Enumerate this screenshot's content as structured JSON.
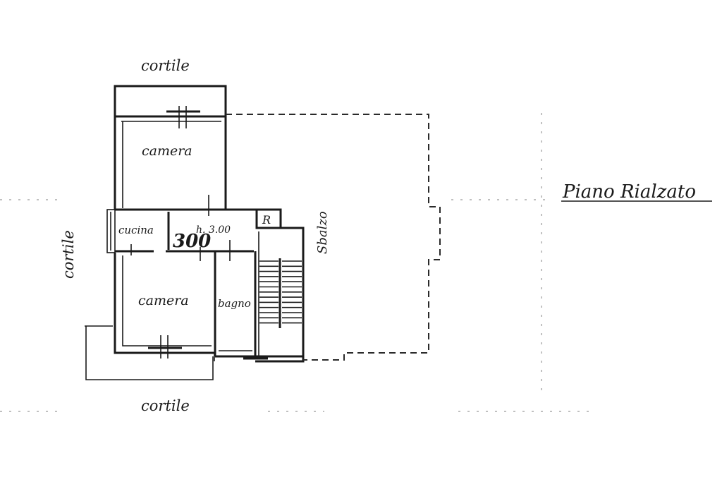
{
  "plan": {
    "title": "Piano Rialzato",
    "labels": {
      "cortile_top": "cortile",
      "cortile_left": "cortile",
      "cortile_bottom": "cortile",
      "camera_top": "camera",
      "camera_bottom": "camera",
      "cucina": "cucina",
      "bagno": "bagno",
      "height_label": "h. 3.00",
      "height_handwritten": "300",
      "r_mark": "R",
      "sbalzo": "Sbalzo"
    }
  }
}
